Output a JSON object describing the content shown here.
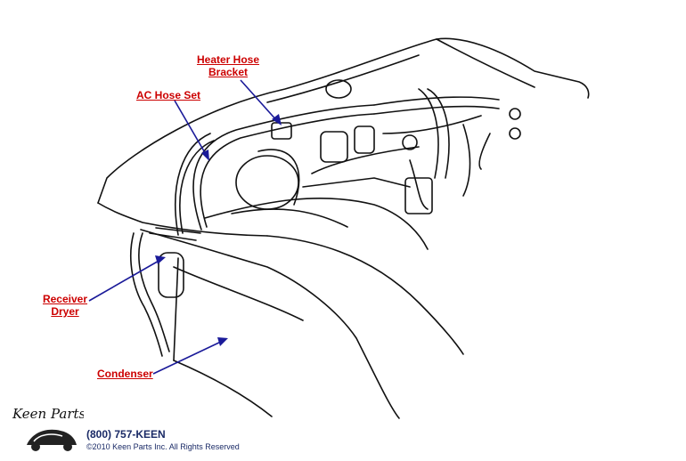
{
  "labels": {
    "heater_hose_bracket_line1": "Heater Hose",
    "heater_hose_bracket_line2": "Bracket",
    "ac_hose_set": "AC Hose Set",
    "receiver_dryer_line1": "Receiver",
    "receiver_dryer_line2": "Dryer",
    "condenser": "Condenser"
  },
  "branding": {
    "logo_text": "Keen Parts",
    "phone": "(800) 757-KEEN",
    "copyright": "©2010 Keen Parts Inc. All Rights Reserved"
  },
  "colors": {
    "label": "#cc0000",
    "arrow": "#1a1a99",
    "line_art": "#111111"
  },
  "icons": [
    "logo-car-icon"
  ]
}
